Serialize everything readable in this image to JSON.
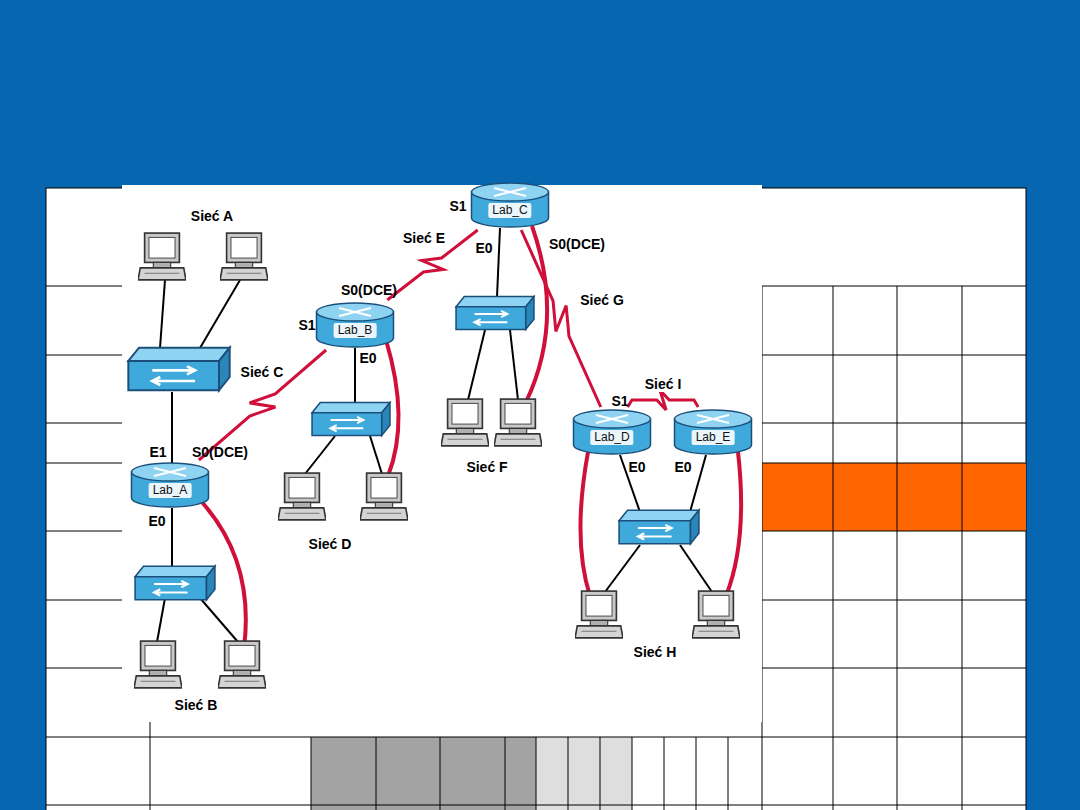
{
  "diagram": {
    "nodes": [
      {
        "text": [
          "Lab_C"
        ]
      },
      {
        "text": [
          "Lab_B"
        ]
      },
      {
        "text": [
          "Lab_D"
        ]
      },
      {
        "text": [
          "Lab_E"
        ]
      },
      {
        "text": [
          "Lab_A"
        ]
      }
    ],
    "edges": [
      {
        "from": 4,
        "to": 1,
        "arrow": "none",
        "label": "Sieć C"
      },
      {
        "from": 1,
        "to": 0,
        "arrow": "none",
        "label": "Sieć E"
      },
      {
        "from": 0,
        "to": 2,
        "arrow": "none",
        "label": "Sieć G"
      },
      {
        "from": 2,
        "to": 3,
        "arrow": "none",
        "label": "Sieć I"
      }
    ],
    "labels": [
      "Sieć A",
      "Sieć B",
      "Sieć D",
      "Sieć F",
      "Sieć H",
      "E1",
      "S0(DCE)",
      "E0",
      "S0(DCE)",
      "S1",
      "E0",
      "S1",
      "E0",
      "S0(DCE)",
      "S1",
      "E0",
      "E0"
    ]
  }
}
